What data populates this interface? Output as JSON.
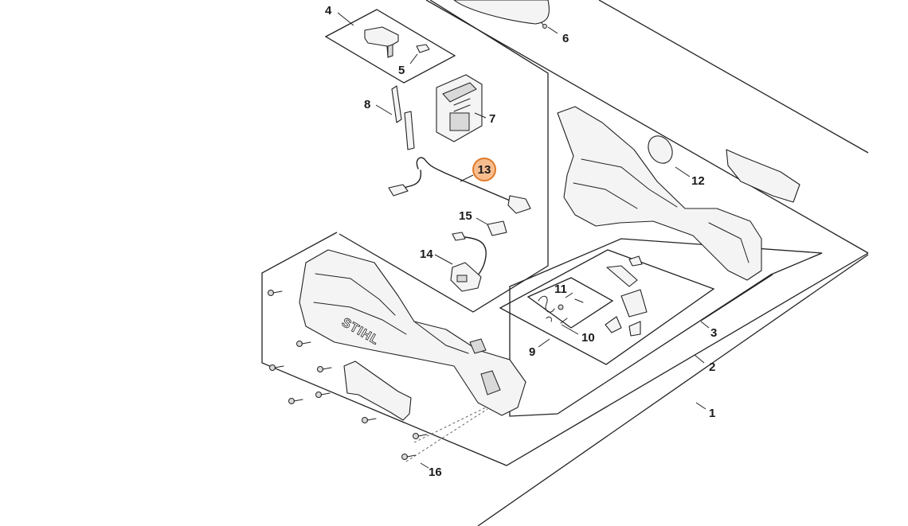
{
  "callouts": {
    "c1": "1",
    "c2": "2",
    "c3": "3",
    "c4": "4",
    "c5": "5",
    "c6": "6",
    "c7": "7",
    "c8": "8",
    "c9": "9",
    "c10": "10",
    "c11": "11",
    "c12": "12",
    "c13": "13",
    "c14": "14",
    "c15": "15",
    "c16": "16"
  },
  "brand_text": "STIHL",
  "colors": {
    "highlight_fill": "#f7bd8f",
    "highlight_stroke": "#e07a2a",
    "line": "#222222"
  },
  "selected_part": "13"
}
